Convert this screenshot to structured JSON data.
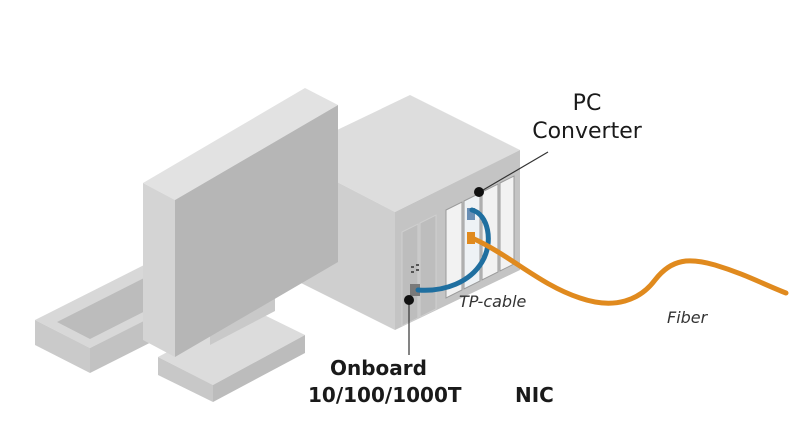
{
  "labels": {
    "pc_converter_line1": "PC",
    "pc_converter_line2": "Converter",
    "onboard_line1": "Onboard",
    "onboard_line2": "10/100/1000T",
    "nic": "NIC",
    "tp_cable": "TP-cable",
    "fiber": "Fiber"
  },
  "colors": {
    "fiber": "#e08a1e",
    "tp_cable": "#1f6fa0",
    "device_light": "#dcdcdc",
    "device_mid": "#c8c8c8",
    "device_dark": "#b4b4b4"
  }
}
